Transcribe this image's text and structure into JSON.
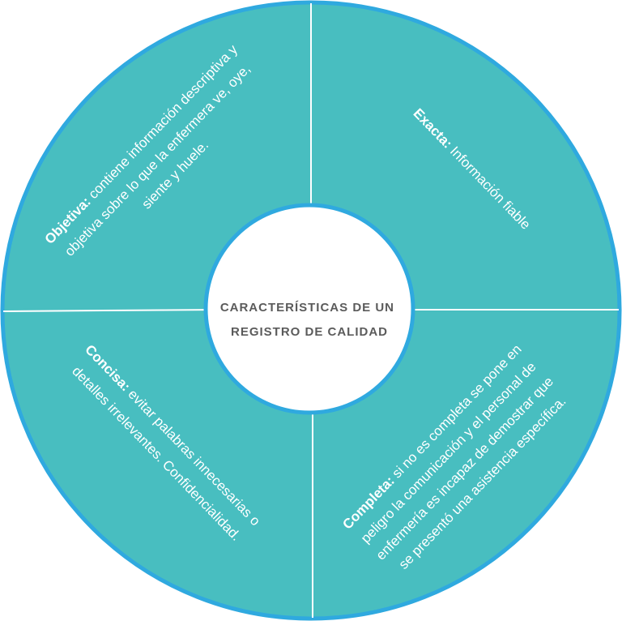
{
  "center": {
    "line1": "CARACTERÍSTICAS DE UN",
    "line2": "REGISTRO DE CALIDAD"
  },
  "segments": {
    "objetiva": {
      "term": "Objetiva:",
      "line1": " contiene información descriptiva y",
      "line2": "objetiva sobre lo que la enfermera ve, oye,",
      "line3": "siente y huele."
    },
    "exacta": {
      "term": "Exacta:",
      "line1": " Información fiable"
    },
    "concisa": {
      "term": "Concisa:",
      "line1": " evitar palabras innecesarias o",
      "line2": "detalles irrelevantes. Confidencialidad."
    },
    "completa": {
      "term": "Completa:",
      "line1": " si no es completa se pone en",
      "line2": "peligro la comunicación y el personal de",
      "line3": "enfermería es incapaz de demostrar que",
      "line4": "se presentó una asistencia específica."
    }
  },
  "colors": {
    "segment_fill": "#48bec0",
    "rim": "#2fa9df",
    "center_fill": "#ffffff",
    "center_text": "#5b5b5b"
  }
}
